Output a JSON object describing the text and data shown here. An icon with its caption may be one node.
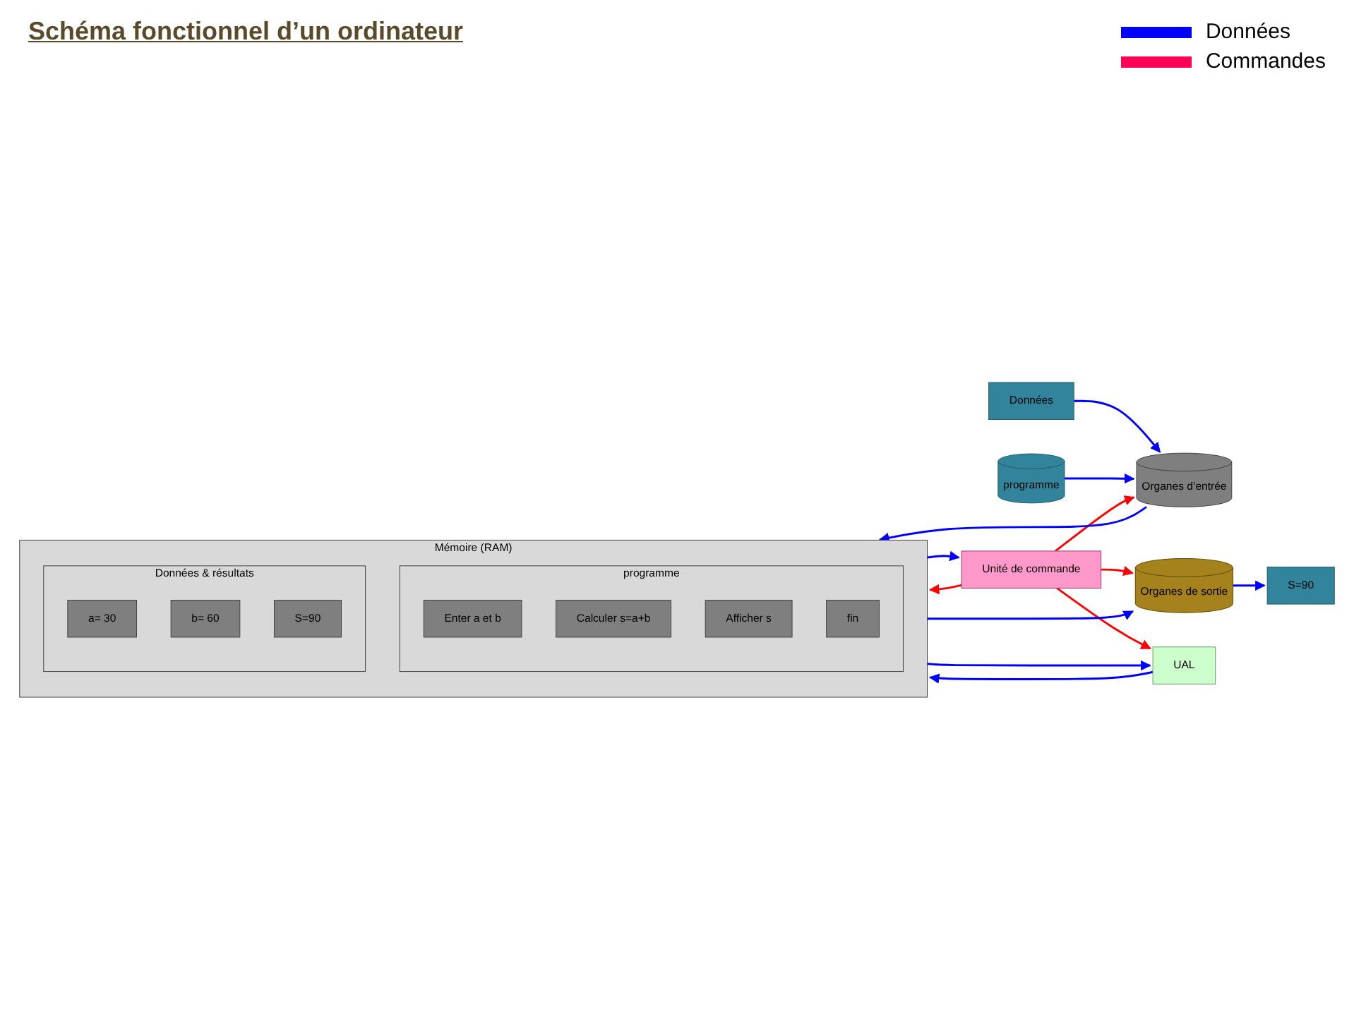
{
  "diagram": {
    "title": "Schéma fonctionnel d’un ordinateur",
    "nodes": [
      {
        "text": [
          "Données"
        ]
      },
      {
        "text": [
          "programme"
        ]
      },
      {
        "text": [
          "Organes d’entrée"
        ]
      },
      {
        "text": [
          "Mémoire (RAM)"
        ]
      },
      {
        "text": [
          "programme"
        ],
        "in": 3
      },
      {
        "text": [
          "Enter a et b"
        ],
        "in": 4
      },
      {
        "text": [
          "Calculer s=a+b"
        ],
        "in": 4
      },
      {
        "text": [
          "Afficher s"
        ],
        "in": 4
      },
      {
        "text": [
          "fin"
        ],
        "in": 4
      },
      {
        "text": [
          "Données & résultats"
        ],
        "in": 3
      },
      {
        "text": [
          "a= 30"
        ],
        "in": 9
      },
      {
        "text": [
          "b= 60"
        ],
        "in": 9
      },
      {
        "text": [
          "S=90"
        ],
        "in": 9
      },
      {
        "text": [
          "Organes de sortie"
        ]
      },
      {
        "text": [
          "S=90"
        ]
      },
      {
        "text": [
          "Unité de commande"
        ]
      },
      {
        "text": [
          "UAL"
        ]
      }
    ],
    "edges": [
      {
        "from": 0,
        "to": 2,
        "arrow": "to"
      },
      {
        "from": 1,
        "to": 2,
        "arrow": "to"
      },
      {
        "from": 2,
        "to": 3,
        "arrow": "to"
      },
      {
        "from": 3,
        "to": 13,
        "arrow": "to"
      },
      {
        "from": 13,
        "to": 14,
        "arrow": "to"
      },
      {
        "from": 15,
        "to": 2,
        "arrow": "to",
        "color": "#ff0000"
      },
      {
        "from": 15,
        "to": 3,
        "arrow": "to",
        "color": "#ff0000"
      },
      {
        "from": 3,
        "to": 15,
        "arrow": "to"
      },
      {
        "from": 15,
        "to": 16,
        "arrow": "to",
        "color": "#ff0000"
      },
      {
        "from": 16,
        "to": 3,
        "arrow": "to"
      },
      {
        "from": 3,
        "to": 16,
        "arrow": "to"
      },
      {
        "from": 15,
        "to": 13,
        "arrow": "to",
        "color": "#ff0000"
      }
    ],
    "legend": [
      {
        "text": "Données",
        "color": "#0000ff"
      },
      {
        "text": "Commandes",
        "color": "#ff0055"
      }
    ]
  }
}
